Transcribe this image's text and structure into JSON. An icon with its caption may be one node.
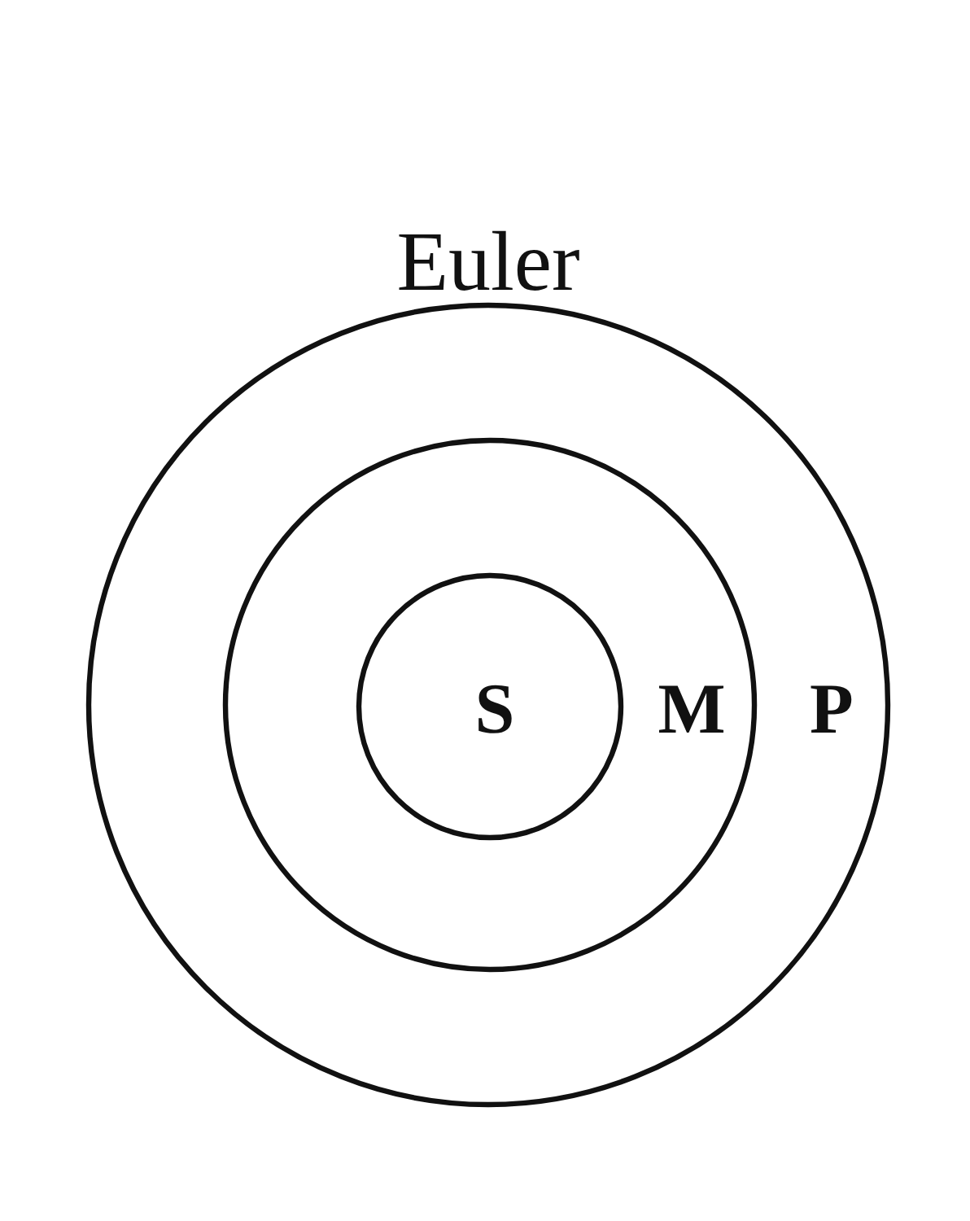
{
  "diagram": {
    "title": "Euler",
    "nodes": [
      {
        "text": [
          "P"
        ]
      },
      {
        "text": [
          "M"
        ],
        "in": 0
      },
      {
        "text": [
          "S"
        ],
        "in": 1
      }
    ]
  }
}
